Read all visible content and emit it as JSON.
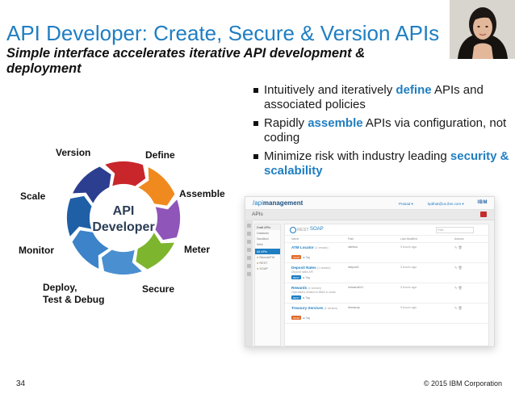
{
  "slide": {
    "title": "API Developer: Create, Secure & Version APIs",
    "subtitle": "Simple interface accelerates iterative API development & deployment",
    "page_number": "34",
    "copyright": "© 2015 IBM Corporation"
  },
  "bullets": [
    {
      "pre": "Intuitively and iteratively ",
      "hl": "define",
      "post": " APIs and associated policies"
    },
    {
      "pre": "Rapidly ",
      "hl": "assemble",
      "post": " APIs via configuration, not coding"
    },
    {
      "pre": "Minimize risk with industry leading ",
      "hl": "security & scalability",
      "post": ""
    }
  ],
  "cycle": {
    "center_line1": "API",
    "center_line2": "Developer",
    "stages": [
      "Version",
      "Define",
      "Assemble",
      "Meter",
      "Secure",
      "Deploy,",
      "Test & Debug",
      "Monitor",
      "Scale"
    ],
    "colors": {
      "define": "#c8262b",
      "assemble": "#f08a1f",
      "meter": "#8f55b8",
      "secure": "#7db52e",
      "deploy": "#4a8fd0",
      "monitor": "#3c83c9",
      "scale": "#1f5fa6",
      "version": "#2c3e8f"
    }
  },
  "screenshot": {
    "brand_prefix": "/api",
    "brand_suffix": "management",
    "user_menu": "Prasad ▾",
    "email": "kpbhat@us.ibm.com ▾",
    "ibm_logo": "IBM",
    "section": "APIs",
    "tabs": {
      "rest": "REST",
      "soap": "SOAP"
    },
    "filter_placeholder": "Filter",
    "sidebar": [
      "Draft APIs",
      "Datasets",
      "Sandbox",
      "Web",
      "All APIs",
      "RemoteTM",
      "REST",
      "SOAP"
    ],
    "columns": [
      "Name",
      "Path",
      "Last Modified",
      "Actions"
    ],
    "rows": [
      {
        "name": "ATM Locator",
        "versions": "(1 version)",
        "desc": "",
        "tag": "SOAP",
        "path": "/atmloc",
        "modified": "3 hours ago"
      },
      {
        "name": "Deposit Rates",
        "versions": "(1 version)",
        "desc": "Deposit rates API",
        "tag": "REST",
        "path": "/depos3",
        "modified": "3 hours ago"
      },
      {
        "name": "Rewards",
        "versions": "(1 version)",
        "desc": "Operations related to IBAN & cards",
        "tag": "REST",
        "path": "/rewardsV1",
        "modified": "3 hours ago"
      },
      {
        "name": "Treasury Services",
        "versions": "(1 version)",
        "desc": "",
        "tag": "SOAP",
        "path": "/treasury",
        "modified": "3 hours ago"
      }
    ],
    "tag_count": "Tag",
    "actions": "✎  🗑"
  }
}
